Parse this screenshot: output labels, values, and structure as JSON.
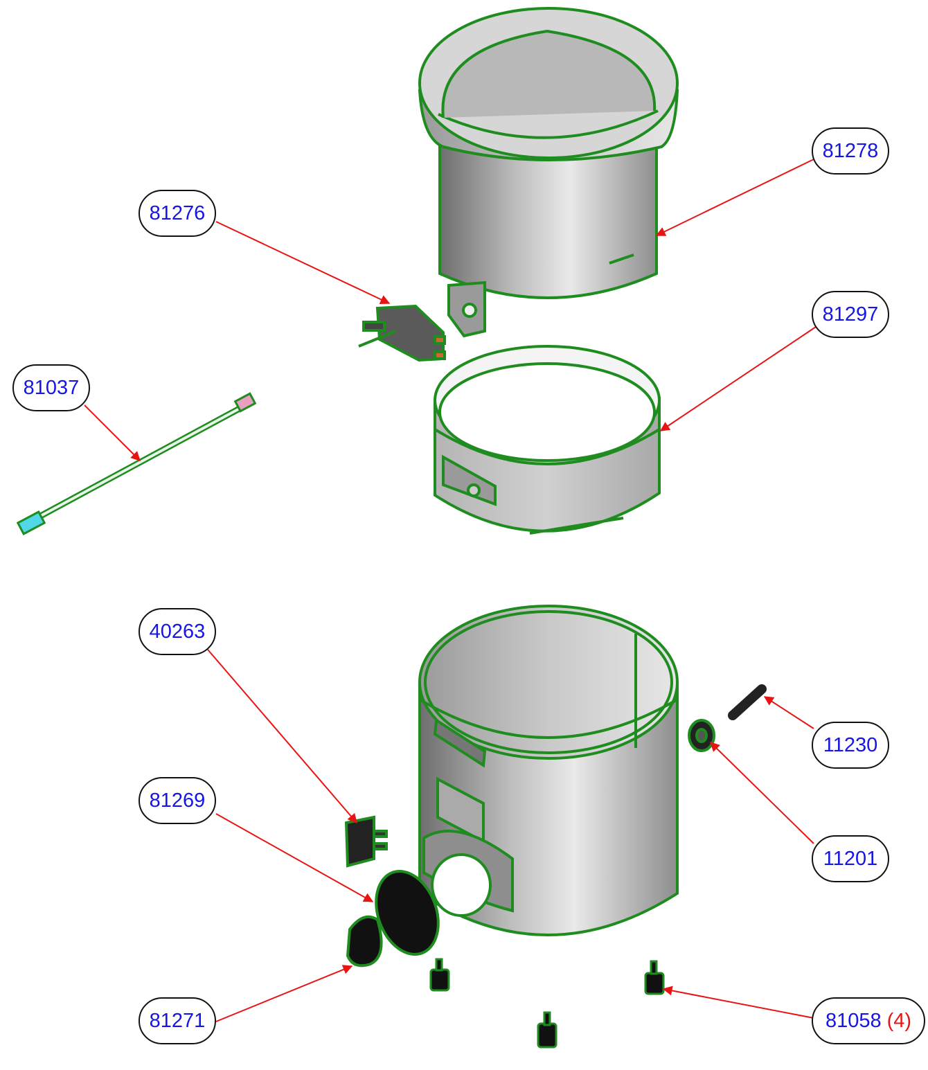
{
  "parts": [
    {
      "id": "p81278",
      "number": "81278",
      "qty": ""
    },
    {
      "id": "p81276",
      "number": "81276",
      "qty": ""
    },
    {
      "id": "p81297",
      "number": "81297",
      "qty": ""
    },
    {
      "id": "p81037",
      "number": "81037",
      "qty": ""
    },
    {
      "id": "p40263",
      "number": "40263",
      "qty": ""
    },
    {
      "id": "p11230",
      "number": "11230",
      "qty": ""
    },
    {
      "id": "p81269",
      "number": "81269",
      "qty": ""
    },
    {
      "id": "p11201",
      "number": "11201",
      "qty": ""
    },
    {
      "id": "p81271",
      "number": "81271",
      "qty": ""
    },
    {
      "id": "p81058",
      "number": "81058",
      "qty": "(4)"
    }
  ],
  "colors": {
    "outline": "#1e8c1e",
    "leader": "#e81414",
    "part_number": "#1515e6",
    "quantity": "#e81414",
    "bubble_border": "#111111"
  }
}
